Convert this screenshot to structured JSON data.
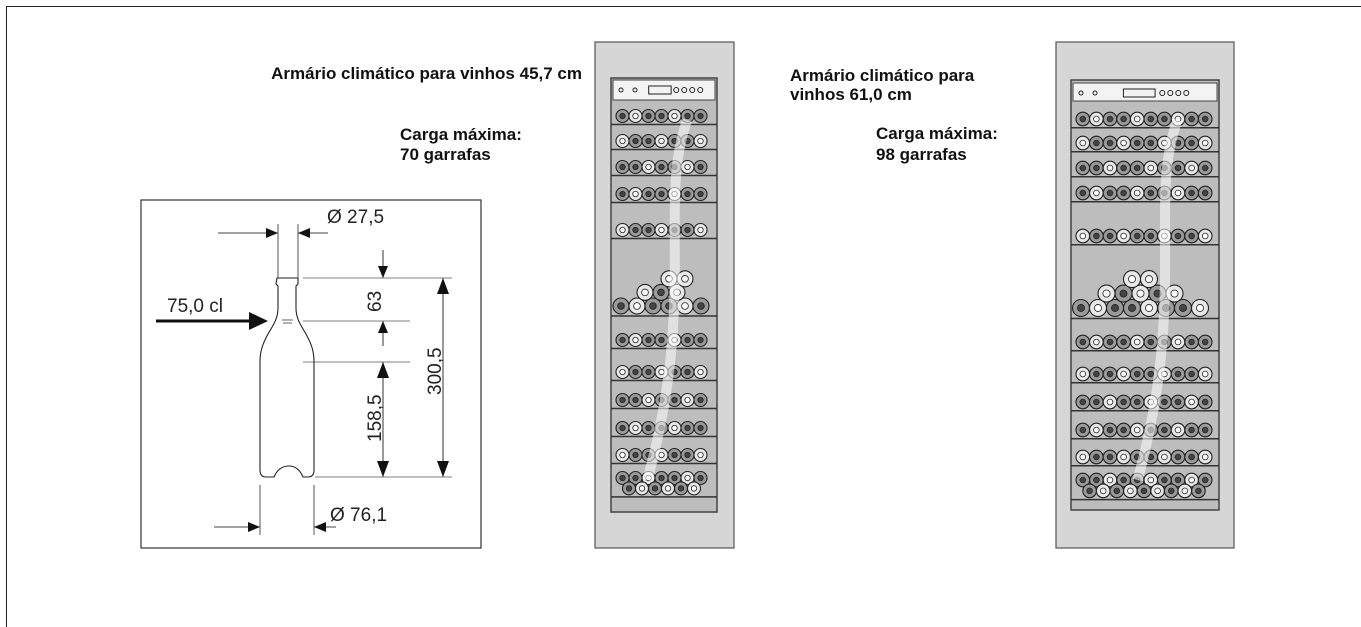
{
  "cabinet_small": {
    "title": "Armário climático para vinhos 45,7 cm",
    "load_label": "Carga máxima:",
    "load_value": "70 garrafas"
  },
  "cabinet_large": {
    "title_line1": "Armário climático para",
    "title_line2": "vinhos 61,0 cm",
    "load_label": "Carga máxima:",
    "load_value": "98 garrafas"
  },
  "bottle_diagram": {
    "volume": "75,0 cl",
    "neck_diameter": "Ø 27,5",
    "base_diameter": "Ø 76,1",
    "neck_height": "63",
    "body_height": "158,5",
    "total_height": "300,5"
  }
}
